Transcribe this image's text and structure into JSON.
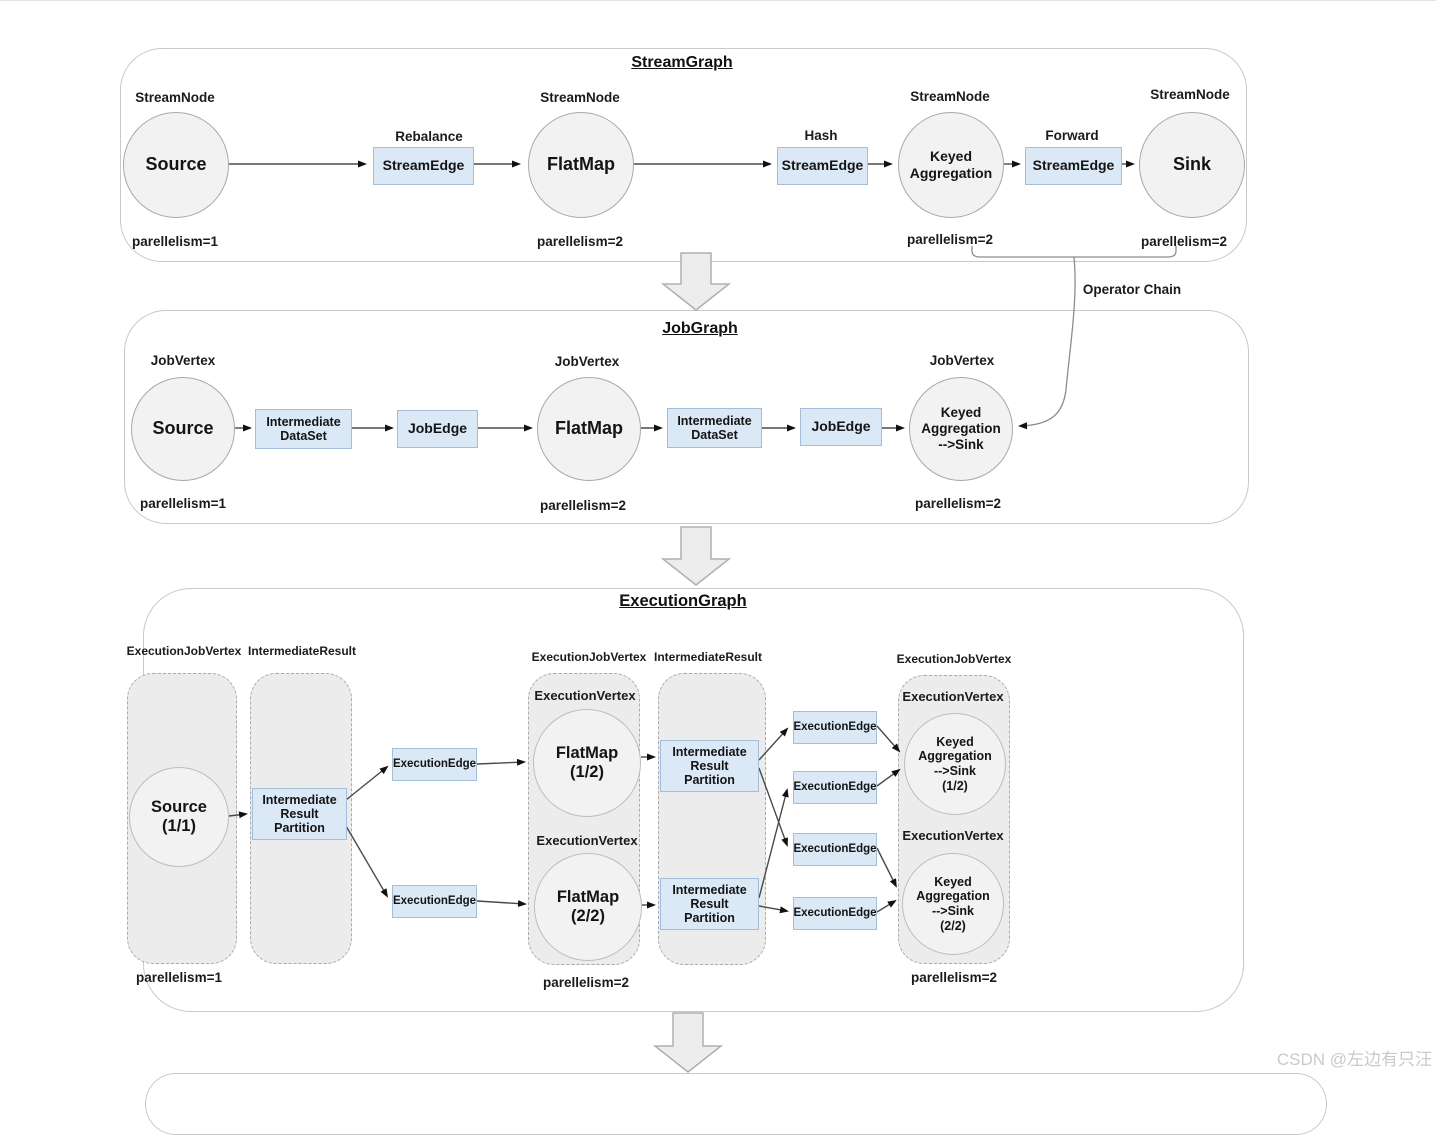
{
  "watermark": "CSDN @左边有只汪",
  "stream_graph": {
    "title": "StreamGraph",
    "type_label": "StreamNode",
    "nodes": [
      {
        "label": "Source",
        "parallelism": "parellelism=1"
      },
      {
        "label": "FlatMap",
        "parallelism": "parellelism=2"
      },
      {
        "label": "Keyed\nAggregation",
        "parallelism": "parellelism=2"
      },
      {
        "label": "Sink",
        "parallelism": "parellelism=2"
      }
    ],
    "edges": [
      {
        "partition": "Rebalance",
        "label": "StreamEdge"
      },
      {
        "partition": "Hash",
        "label": "StreamEdge"
      },
      {
        "partition": "Forward",
        "label": "StreamEdge"
      }
    ],
    "operator_chain_label": "Operator Chain"
  },
  "job_graph": {
    "title": "JobGraph",
    "type_label": "JobVertex",
    "dataset_label": "Intermediate\nDataSet",
    "edge_label": "JobEdge",
    "nodes": [
      {
        "label": "Source",
        "parallelism": "parellelism=1"
      },
      {
        "label": "FlatMap",
        "parallelism": "parellelism=2"
      },
      {
        "label": "Keyed\nAggregation\n-->Sink",
        "parallelism": "parellelism=2"
      }
    ]
  },
  "execution_graph": {
    "title": "ExecutionGraph",
    "job_vertex_label": "ExecutionJobVertex",
    "intermediate_result_label": "IntermediateResult",
    "vertex_label": "ExecutionVertex",
    "partition_label": "Intermediate\nResult\nPartition",
    "edge_label": "ExecutionEdge",
    "nodes": [
      {
        "label": "Source\n(1/1)"
      },
      {
        "label": "FlatMap\n(1/2)"
      },
      {
        "label": "FlatMap\n(2/2)"
      },
      {
        "label": "Keyed\nAggregation\n-->Sink\n(1/2)"
      },
      {
        "label": "Keyed\nAggregation\n-->Sink\n(2/2)"
      }
    ],
    "parallelism": [
      "parellelism=1",
      "parellelism=2",
      "parellelism=2"
    ]
  }
}
